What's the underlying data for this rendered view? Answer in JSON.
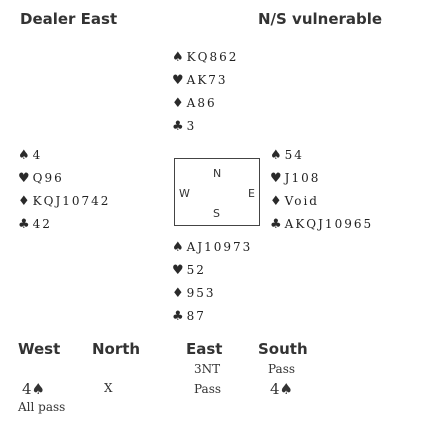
{
  "header": {
    "dealer": "Dealer East",
    "vulnerability": "N/S vulnerable"
  },
  "hands": {
    "north": [
      {
        "suit": "spades",
        "symbol": "♠",
        "cards": "KQ862"
      },
      {
        "suit": "hearts",
        "symbol": "♥",
        "cards": "AK73"
      },
      {
        "suit": "diamonds",
        "symbol": "♦",
        "cards": "A86"
      },
      {
        "suit": "clubs",
        "symbol": "♣",
        "cards": "3"
      }
    ],
    "west": [
      {
        "suit": "spades",
        "symbol": "♠",
        "cards": "4"
      },
      {
        "suit": "hearts",
        "symbol": "♥",
        "cards": "Q96"
      },
      {
        "suit": "diamonds",
        "symbol": "♦",
        "cards": "KQJ10742"
      },
      {
        "suit": "clubs",
        "symbol": "♣",
        "cards": "42"
      }
    ],
    "east": [
      {
        "suit": "spades",
        "symbol": "♠",
        "cards": "54"
      },
      {
        "suit": "hearts",
        "symbol": "♥",
        "cards": "J108"
      },
      {
        "suit": "diamonds",
        "symbol": "♦",
        "cards": "Void"
      },
      {
        "suit": "clubs",
        "symbol": "♣",
        "cards": "AKQJ10965"
      }
    ],
    "south": [
      {
        "suit": "spades",
        "symbol": "♠",
        "cards": "AJ10973"
      },
      {
        "suit": "hearts",
        "symbol": "♥",
        "cards": "52"
      },
      {
        "suit": "diamonds",
        "symbol": "♦",
        "cards": "953"
      },
      {
        "suit": "clubs",
        "symbol": "♣",
        "cards": "87"
      }
    ]
  },
  "compass": {
    "n": "N",
    "s": "S",
    "e": "E",
    "w": "W"
  },
  "auction": {
    "headers": [
      "West",
      "North",
      "East",
      "South"
    ],
    "rows": [
      [
        "",
        "",
        "3NT",
        "Pass"
      ],
      [
        "4♠",
        "X",
        "Pass",
        "4♠"
      ]
    ],
    "final": "All pass"
  }
}
